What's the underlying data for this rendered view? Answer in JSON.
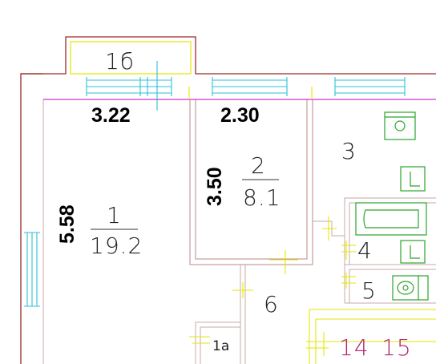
{
  "plan": {
    "dimensions": {
      "room1_width": "3.22",
      "room2_width": "2.30",
      "room2_depth": "3.50",
      "room1_depth": "5.58"
    },
    "rooms": {
      "r1b": "1б",
      "r1_num": "1",
      "r1_area": "19.2",
      "r2_num": "2",
      "r2_area": "8.1",
      "r3": "3",
      "r4": "4",
      "r5": "5",
      "r6": "6",
      "r1a": "1a",
      "r14": "14",
      "r15": "15"
    },
    "colors": {
      "wall": "#9a2a2a",
      "wall_inner": "#c9a8a8",
      "yellow": "#e6e600",
      "cyan": "#2ec0d8",
      "green": "#2aa52a",
      "magenta_line": "#cc33cc",
      "magenta_text": "#b4236b"
    },
    "icons": [
      "bathtub-icon",
      "toilet-icon",
      "stove-icon",
      "sink-icon"
    ]
  }
}
